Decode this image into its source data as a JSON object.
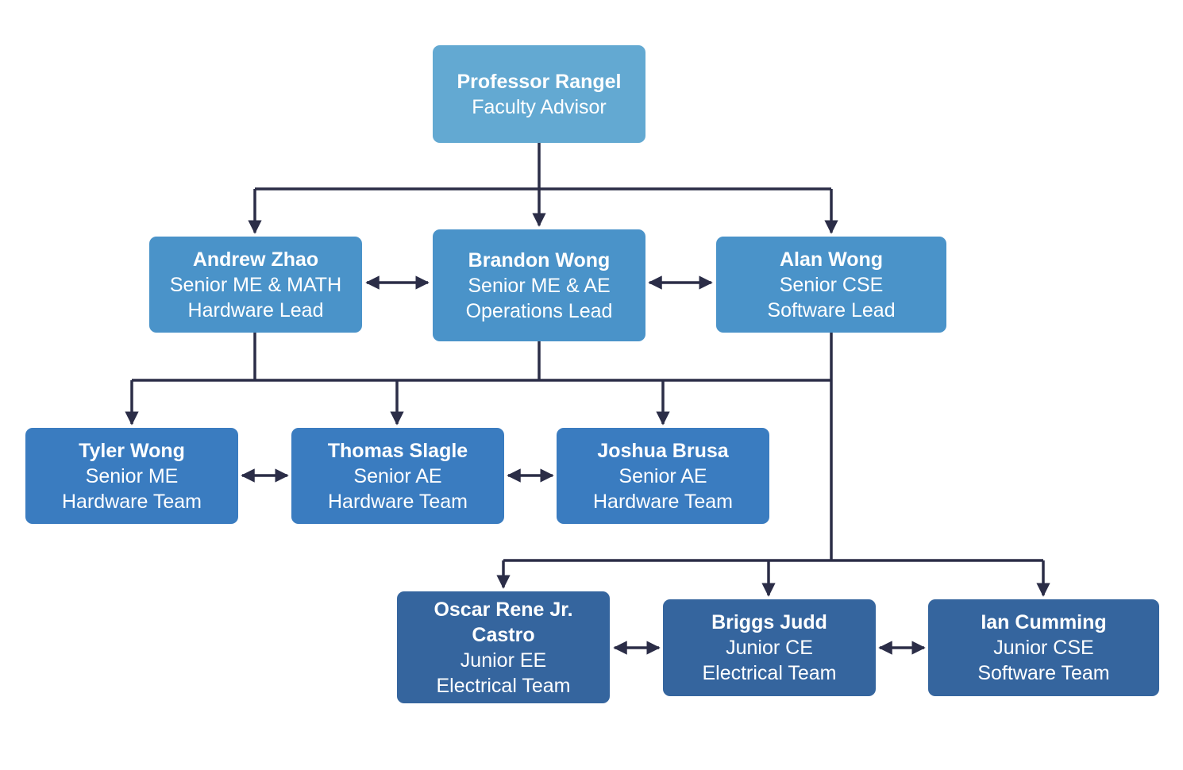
{
  "colors": {
    "level0": "#63a9d2",
    "level1": "#4a93c9",
    "level2": "#3a7cc0",
    "level3": "#35659e",
    "connector": "#2b2d47"
  },
  "nodes": {
    "rangel": {
      "name": "Professor Rangel",
      "line1": "Faculty Advisor"
    },
    "zhao": {
      "name": "Andrew Zhao",
      "line1": "Senior ME & MATH",
      "line2": "Hardware Lead"
    },
    "bwong": {
      "name": "Brandon Wong",
      "line1": "Senior ME & AE",
      "line2": "Operations Lead"
    },
    "awong": {
      "name": "Alan Wong",
      "line1": "Senior CSE",
      "line2": "Software Lead"
    },
    "twong": {
      "name": "Tyler Wong",
      "line1": "Senior ME",
      "line2": "Hardware Team"
    },
    "slagle": {
      "name": "Thomas Slagle",
      "line1": "Senior AE",
      "line2": "Hardware Team"
    },
    "brusa": {
      "name": "Joshua Brusa",
      "line1": "Senior AE",
      "line2": "Hardware Team"
    },
    "castro": {
      "name_a": "Oscar Rene Jr.",
      "name_b": "Castro",
      "line1": "Junior EE",
      "line2": "Electrical Team"
    },
    "judd": {
      "name": "Briggs Judd",
      "line1": "Junior CE",
      "line2": "Electrical Team"
    },
    "cumming": {
      "name": "Ian Cumming",
      "line1": "Junior CSE",
      "line2": "Software Team"
    }
  }
}
